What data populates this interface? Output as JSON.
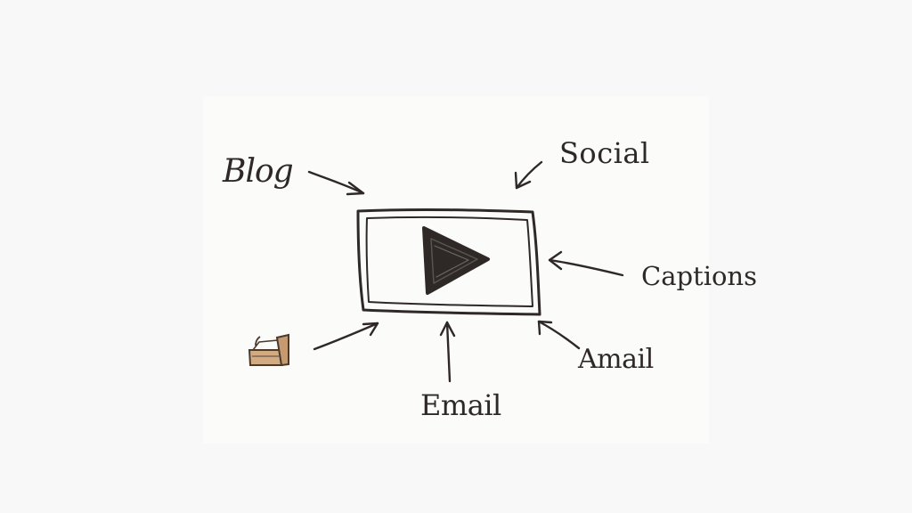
{
  "diagram": {
    "center_node": {
      "icon": "video-play-icon"
    },
    "labels": {
      "blog": "Blog",
      "social": "Social",
      "captions": "Captions",
      "amail": "Amail",
      "email": "Email"
    },
    "icon_nodes": [
      {
        "icon": "printer-icon"
      }
    ],
    "colors": {
      "ink": "#2e2926",
      "paper": "#fbfbfa",
      "background": "#f7f8f7",
      "icon_tan": "#c9a27a"
    }
  }
}
